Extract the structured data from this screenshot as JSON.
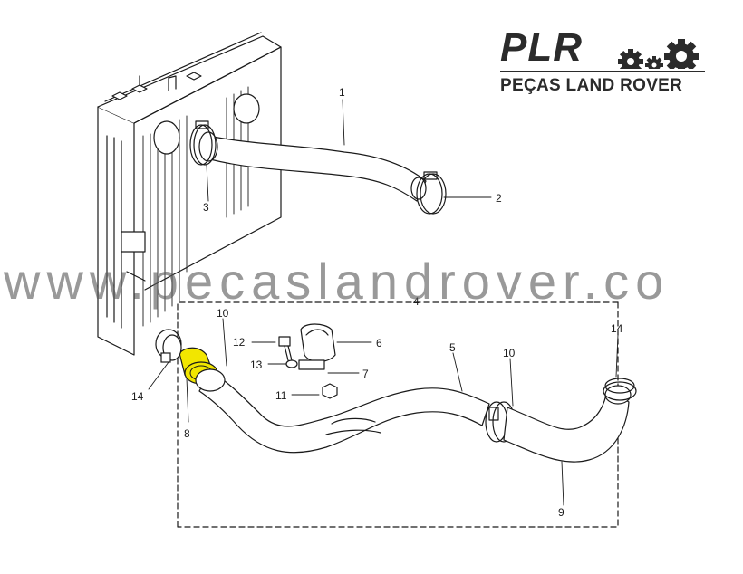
{
  "brand": {
    "logo_text": "PLR",
    "subtitle": "PEÇAS LAND ROVER"
  },
  "watermark": "www.pecaslandrover.co",
  "callouts": [
    {
      "id": "c1",
      "label": "1"
    },
    {
      "id": "c2",
      "label": "2"
    },
    {
      "id": "c3",
      "label": "3"
    },
    {
      "id": "c4",
      "label": "4"
    },
    {
      "id": "c10a",
      "label": "10"
    },
    {
      "id": "c6",
      "label": "6"
    },
    {
      "id": "c12",
      "label": "12"
    },
    {
      "id": "c13",
      "label": "13"
    },
    {
      "id": "c7",
      "label": "7"
    },
    {
      "id": "c11",
      "label": "11"
    },
    {
      "id": "c5",
      "label": "5"
    },
    {
      "id": "c10b",
      "label": "10"
    },
    {
      "id": "c14a",
      "label": "14"
    },
    {
      "id": "c14b",
      "label": "14"
    },
    {
      "id": "c8",
      "label": "8"
    },
    {
      "id": "c9",
      "label": "9"
    }
  ],
  "colors": {
    "line": "#1a1a1a",
    "highlight": "#f2e600",
    "watermark": "#5a5a5a",
    "brand": "#2b2b2b"
  },
  "icons": [
    "gear-icon"
  ]
}
